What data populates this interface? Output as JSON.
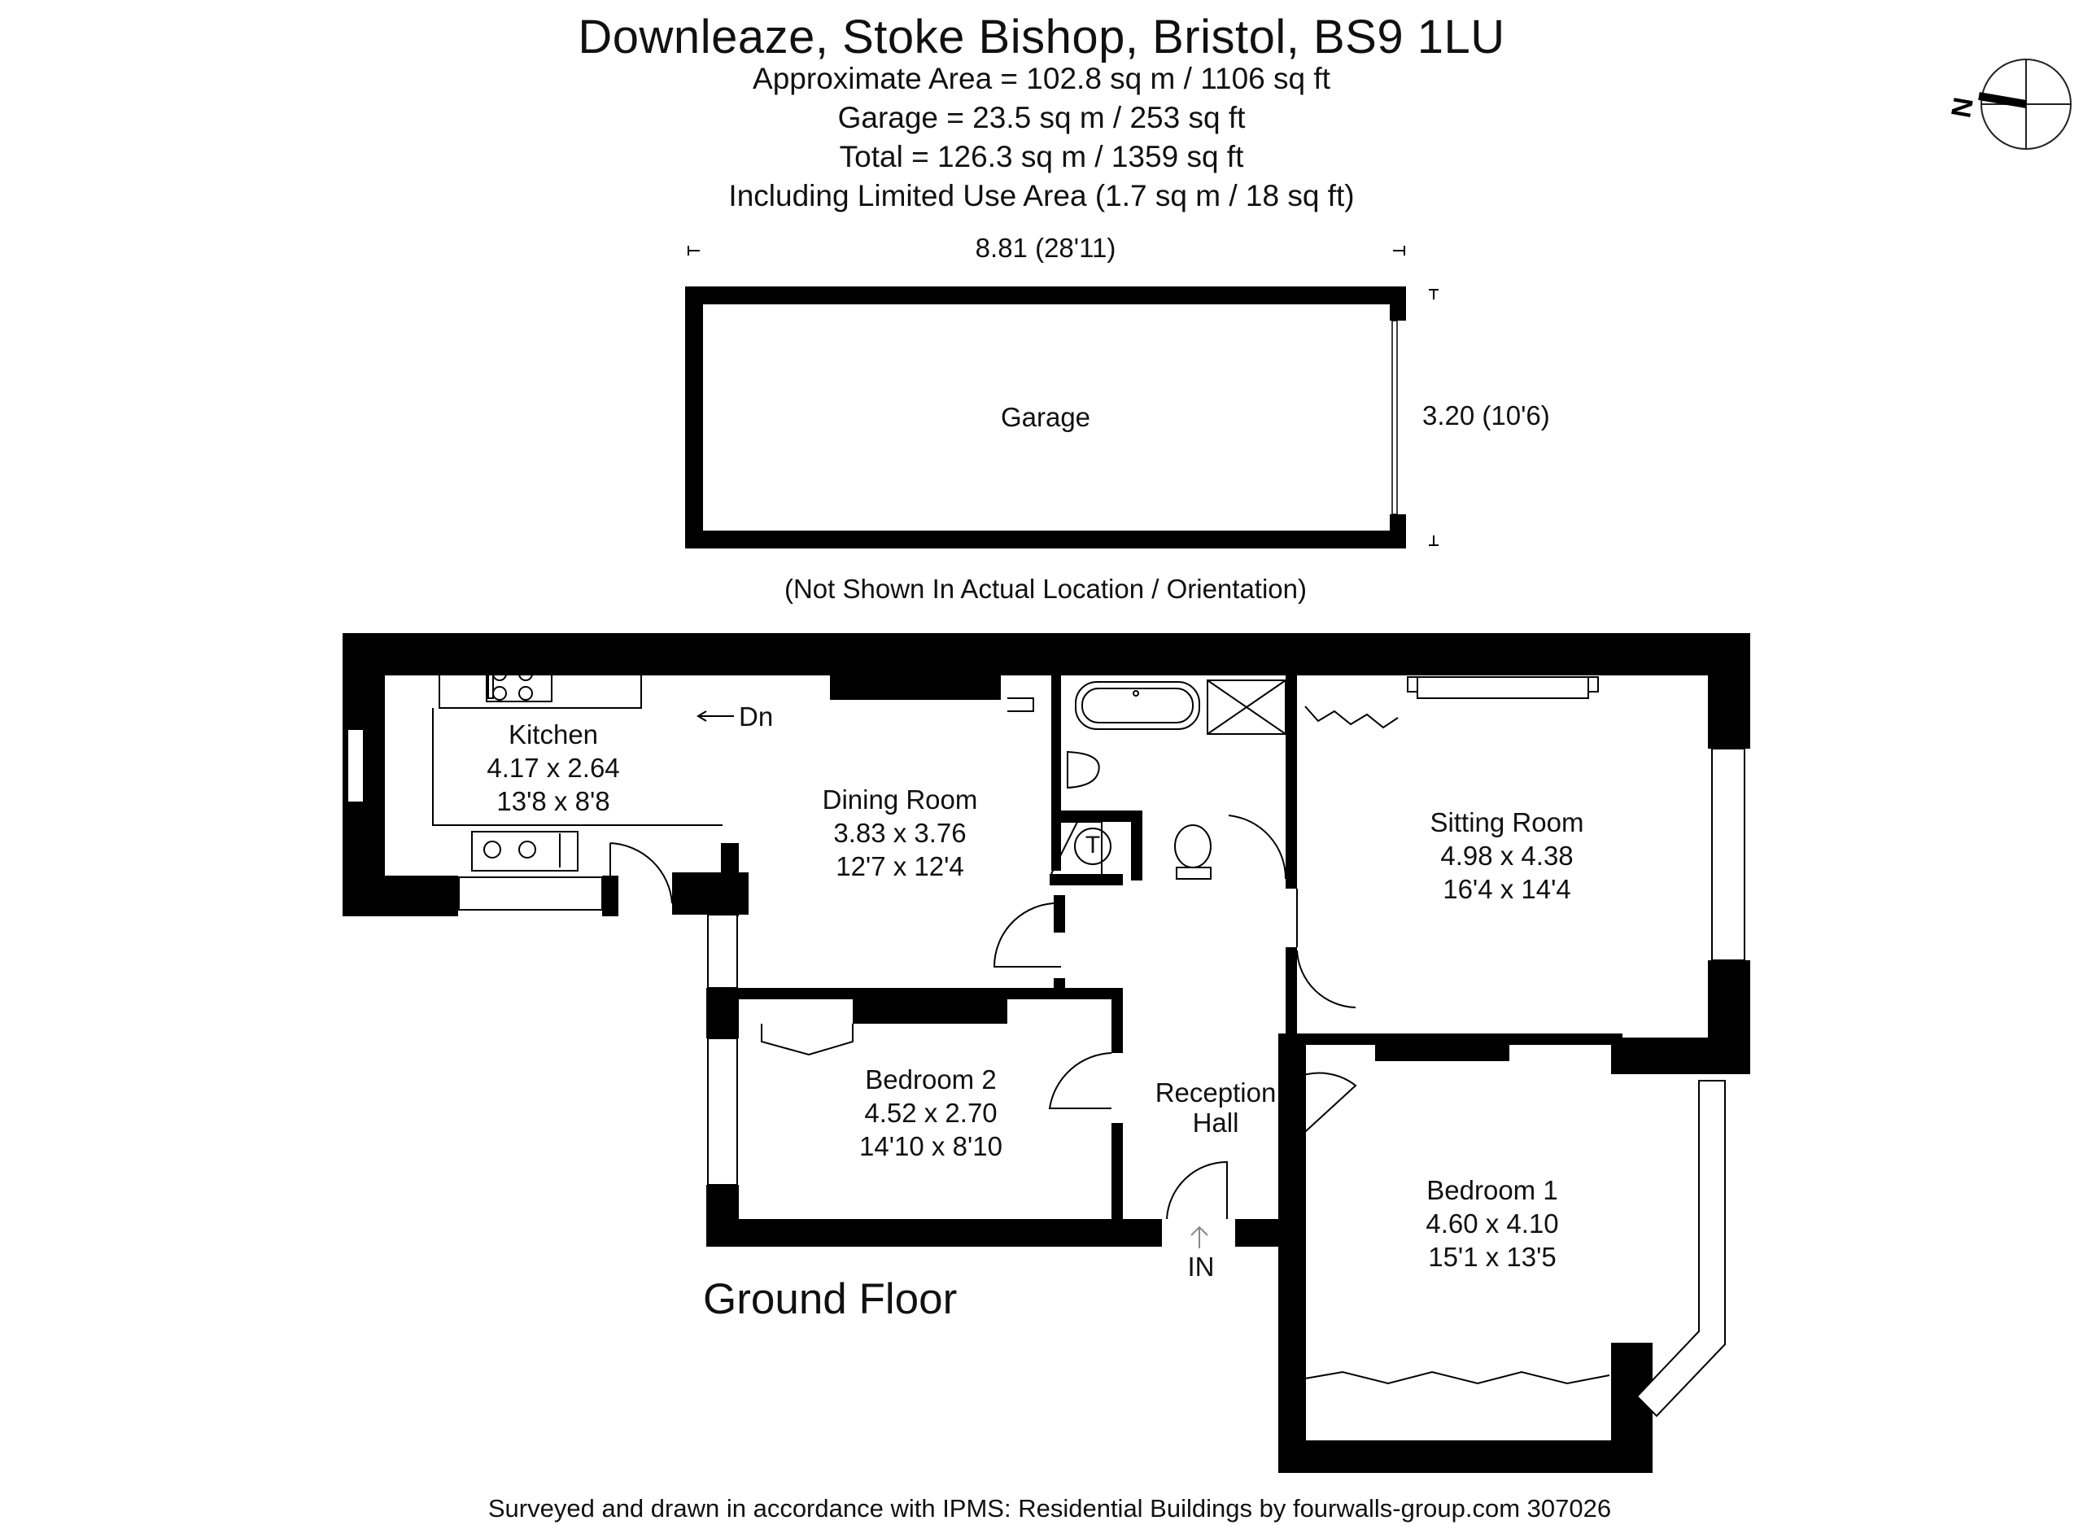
{
  "header": {
    "title": "Downleaze, Stoke Bishop, Bristol, BS9 1LU",
    "lines": [
      "Approximate  Area = 102.8 sq m / 1106 sq ft",
      "Garage = 23.5 sq m / 253 sq ft",
      "Total = 126.3 sq m / 1359 sq ft",
      "Including Limited Use Area (1.7 sq m / 18 sq ft)"
    ]
  },
  "compass": {
    "label": "N"
  },
  "garage": {
    "name": "Garage",
    "width_label": "8.81 (28'11)",
    "depth_label": "3.20 (10'6)",
    "note": "(Not Shown In Actual Location / Orientation)"
  },
  "rooms": {
    "kitchen": {
      "name": "Kitchen",
      "metric": "4.17 x 2.64",
      "imperial": "13'8 x 8'8"
    },
    "dining": {
      "name": "Dining Room",
      "metric": "3.83 x 3.76",
      "imperial": "12'7 x 12'4"
    },
    "sitting": {
      "name": "Sitting Room",
      "metric": "4.98 x 4.38",
      "imperial": "16'4 x 14'4"
    },
    "bedroom2": {
      "name": "Bedroom 2",
      "metric": "4.52 x 2.70",
      "imperial": "14'10 x 8'10"
    },
    "bedroom1": {
      "name": "Bedroom 1",
      "metric": "4.60 x 4.10",
      "imperial": "15'1 x 13'5"
    },
    "hall": {
      "line1": "Reception",
      "line2": "Hall"
    }
  },
  "labels": {
    "stairs": "Dn",
    "entrance": "IN",
    "cupboard": "T",
    "floor": "Ground Floor"
  },
  "footer": "Surveyed and drawn in accordance with IPMS: Residential Buildings by fourwalls-group.com 307026"
}
